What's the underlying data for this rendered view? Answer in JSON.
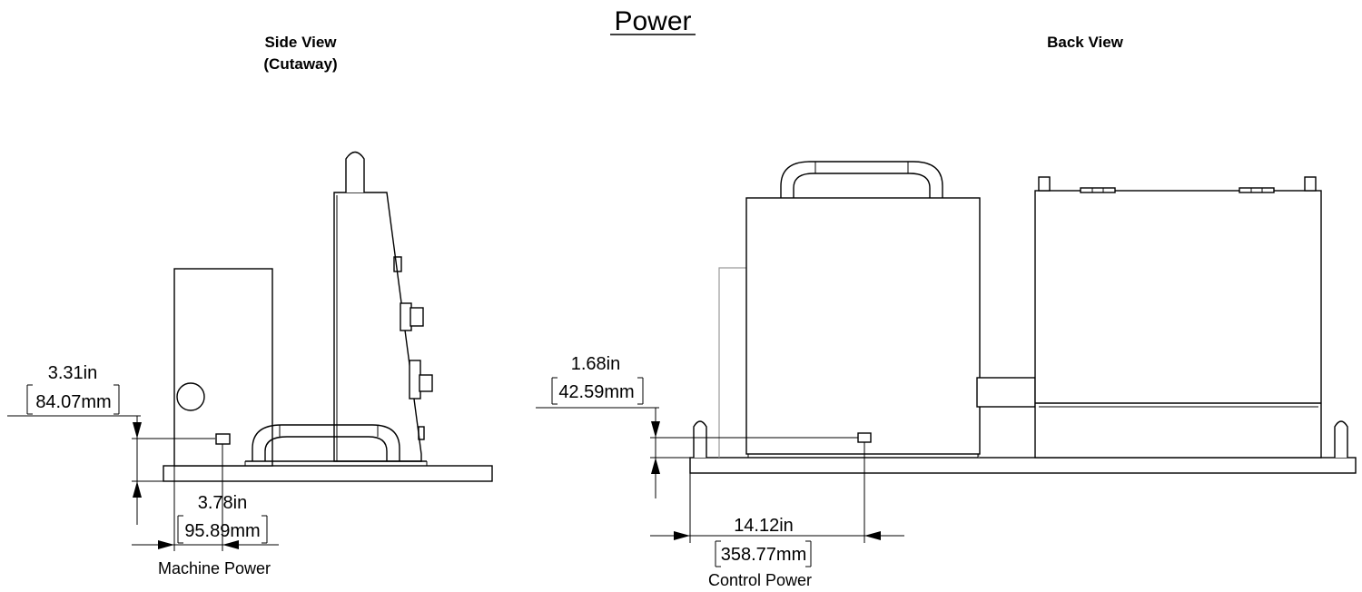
{
  "title": "Power",
  "views": {
    "side": {
      "label_line1": "Side View",
      "label_line2": "(Cutaway)"
    },
    "back": {
      "label": "Back View"
    }
  },
  "dimensions": {
    "side_vertical": {
      "in": "3.31in",
      "mm": "84.07mm"
    },
    "side_horizontal": {
      "in": "3.78in",
      "mm": "95.89mm"
    },
    "back_vertical": {
      "in": "1.68in",
      "mm": "42.59mm"
    },
    "back_horizontal": {
      "in": "14.12in",
      "mm": "358.77mm"
    }
  },
  "callouts": {
    "machine_power": "Machine Power",
    "control_power": "Control Power"
  }
}
